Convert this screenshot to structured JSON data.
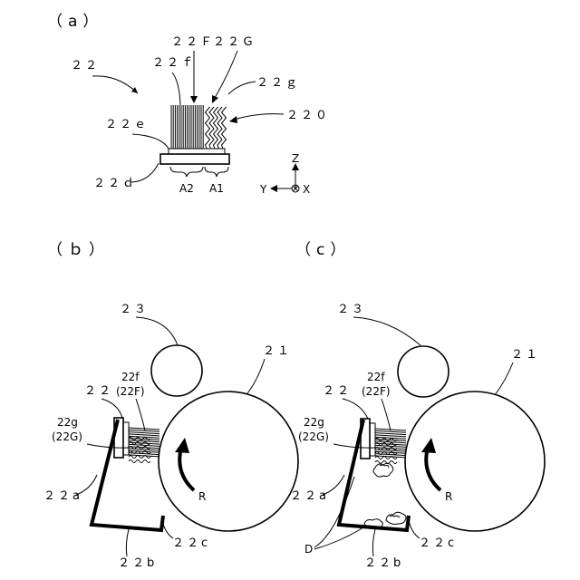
{
  "panel_a": {
    "panel_label": "（a）",
    "labels": {
      "brush_22": "２２",
      "fiber_F": "２２Ｆ",
      "fiber_G": "２２Ｇ",
      "fiber_f": "２２ｆ",
      "fiber_g": "２２ｇ",
      "item_220": "２２０",
      "base_e": "２２ｅ",
      "base_d": "２２ｄ",
      "region_A2": "A2",
      "region_A1": "A1"
    },
    "axes": {
      "z": "Z",
      "y": "Y",
      "x": "X"
    }
  },
  "panel_b": {
    "panel_label": "（ｂ）",
    "labels": {
      "roller_23": "２３",
      "drum_21": "２１",
      "brush_22": "２２",
      "fiber_f": "22f",
      "fiber_F": "(22F)",
      "fiber_g": "22g",
      "fiber_G": "(22G)",
      "case_22a": "２２a",
      "case_22b": "２２b",
      "case_22c": "２２c",
      "rotation": "R"
    }
  },
  "panel_c": {
    "panel_label": "（c）",
    "labels": {
      "roller_23": "２３",
      "drum_21": "２１",
      "brush_22": "２２",
      "fiber_f": "22f",
      "fiber_F": "(22F)",
      "fiber_g": "22g",
      "fiber_G": "(22G)",
      "case_22a": "２２a",
      "case_22b": "２２b",
      "case_22c": "２２c",
      "rotation": "R",
      "deposit_D": "D"
    }
  }
}
